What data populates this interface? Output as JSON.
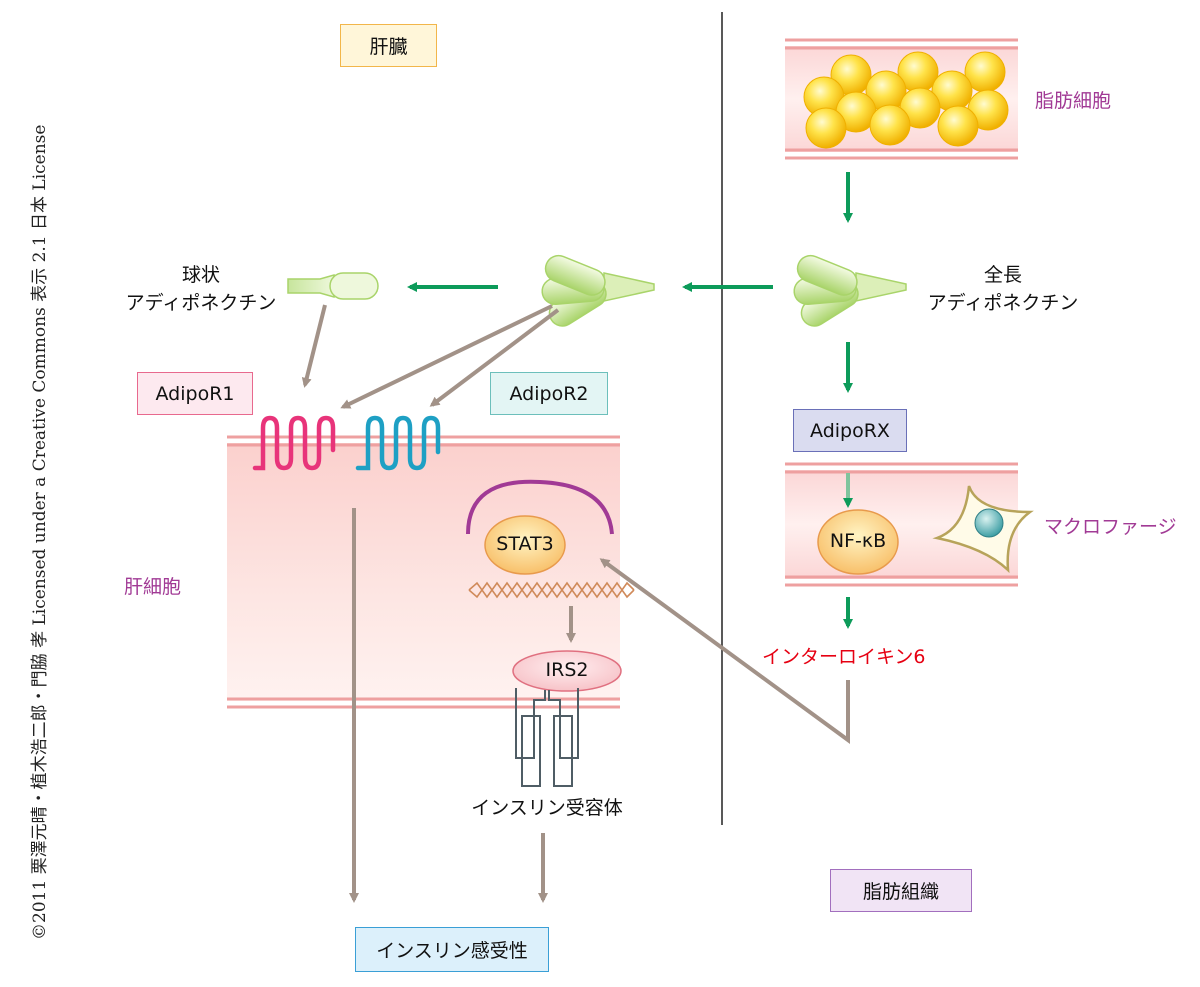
{
  "copyright": "©2011 栗澤元晴・植木浩二郎・門脇 孝 Licensed under a Creative Commons 表示 2.1 日本 License",
  "labels": {
    "liver": "肝臓",
    "adipocyte": "脂肪細胞",
    "globular_line1": "球状",
    "globular_line2": "アディポネクチン",
    "full_line1": "全長",
    "full_line2": "アディポネクチン",
    "adipor1": "AdipoR1",
    "adipor2": "AdipoR2",
    "adiporx": "AdipoRX",
    "hepatocyte": "肝細胞",
    "stat3": "STAT3",
    "irs2": "IRS2",
    "insulin_receptor": "インスリン受容体",
    "nfkb": "NF-κB",
    "macrophage": "マクロファージ",
    "il6": "インターロイキン6",
    "adipose_tissue": "脂肪組織",
    "insulin_sensitivity": "インスリン感受性"
  },
  "colors": {
    "green_arrow": "#0d9b5a",
    "gray_arrow": "#a29288",
    "membrane": "#eea0a0",
    "adipor1": "#e8347a",
    "adipor2": "#1ea0c4",
    "stat3_arc": "#a13a95",
    "receptor": "#4f5d65",
    "label_purple": "#a13a95",
    "label_red": "#e60012"
  }
}
